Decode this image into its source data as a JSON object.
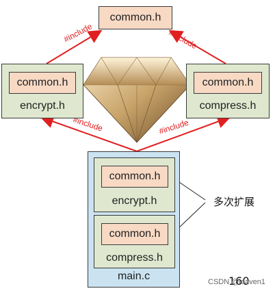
{
  "diagram": {
    "top_header": "common.h",
    "left_module": {
      "header": "common.h",
      "name": "encrypt.h"
    },
    "right_module": {
      "header": "common.h",
      "name": "compress.h"
    },
    "main_module": {
      "name": "main.c",
      "inner_top": {
        "header": "common.h",
        "name": "encrypt.h"
      },
      "inner_bottom": {
        "header": "common.h",
        "name": "compress.h"
      }
    },
    "include_label": "#include",
    "annotation": "多次扩展",
    "page_number": "160"
  },
  "watermark": "CSDN @leaven1",
  "colors": {
    "arrow": "#e02020",
    "common_fill": "#f7d9c4",
    "green_fill": "#dfe8cf",
    "blue_fill": "#cbe3f1"
  }
}
